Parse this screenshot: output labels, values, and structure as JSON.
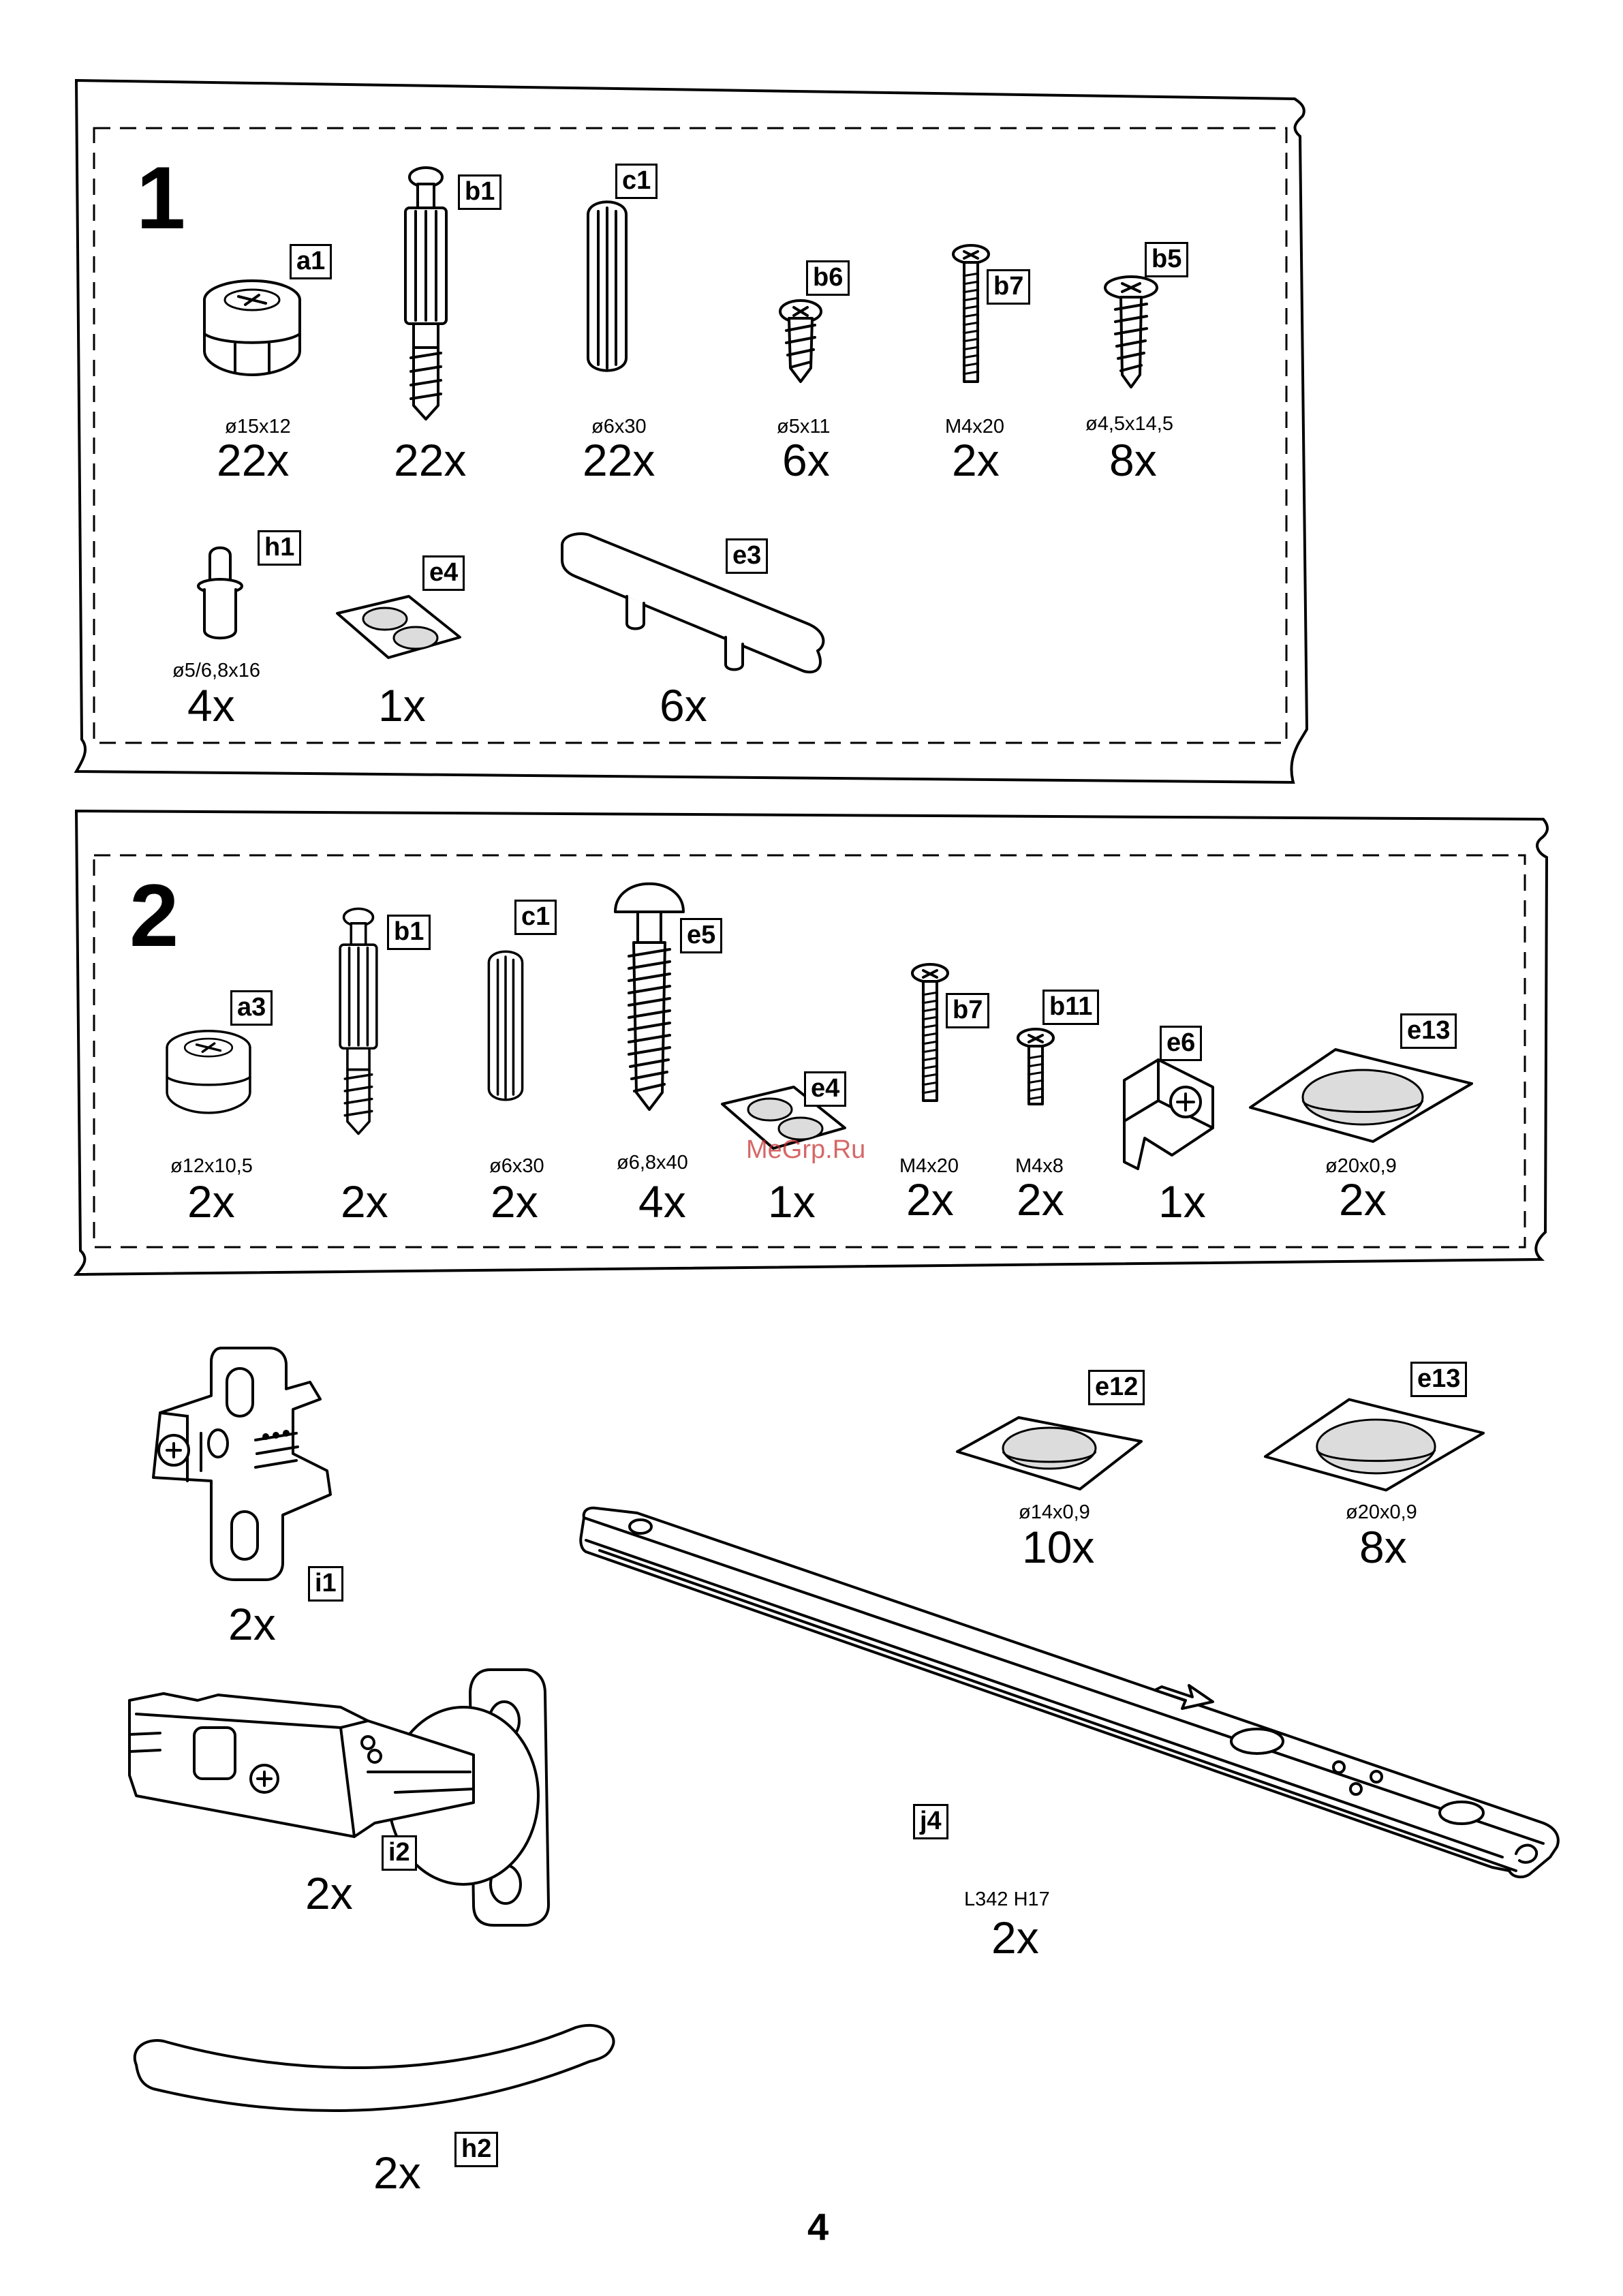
{
  "page": {
    "number": "4",
    "watermark": "MeGrp.Ru"
  },
  "sections": [
    {
      "number": "1",
      "items": [
        {
          "tag": "a1",
          "spec": "ø15x12",
          "qty": "22x",
          "icon": "cam-lock-icon"
        },
        {
          "tag": "b1",
          "spec": "",
          "qty": "22x",
          "icon": "cam-bolt-icon"
        },
        {
          "tag": "c1",
          "spec": "ø6x30",
          "qty": "22x",
          "icon": "wood-dowel-icon"
        },
        {
          "tag": "b6",
          "spec": "ø5x11",
          "qty": "6x",
          "icon": "short-screw-icon"
        },
        {
          "tag": "b7",
          "spec": "M4x20",
          "qty": "2x",
          "icon": "machine-screw-icon"
        },
        {
          "tag": "b5",
          "spec": "ø4,5x14,5",
          "qty": "8x",
          "icon": "wood-screw-icon"
        },
        {
          "tag": "h1",
          "spec": "ø5/6,8x16",
          "qty": "4x",
          "icon": "shelf-pin-icon"
        },
        {
          "tag": "e4",
          "spec": "",
          "qty": "1x",
          "icon": "bumper-pads-icon"
        },
        {
          "tag": "e3",
          "spec": "",
          "qty": "6x",
          "icon": "handle-icon"
        }
      ]
    },
    {
      "number": "2",
      "items": [
        {
          "tag": "a3",
          "spec": "ø12x10,5",
          "qty": "2x",
          "icon": "cam-lock-icon"
        },
        {
          "tag": "b1",
          "spec": "",
          "qty": "2x",
          "icon": "cam-bolt-icon"
        },
        {
          "tag": "c1",
          "spec": "ø6x30",
          "qty": "2x",
          "icon": "wood-dowel-icon"
        },
        {
          "tag": "e5",
          "spec": "ø6,8x40",
          "qty": "4x",
          "icon": "expansion-plug-icon"
        },
        {
          "tag": "e4",
          "spec": "",
          "qty": "1x",
          "icon": "bumper-pads-icon"
        },
        {
          "tag": "b7",
          "spec": "M4x20",
          "qty": "2x",
          "icon": "machine-screw-icon"
        },
        {
          "tag": "b11",
          "spec": "M4x8",
          "qty": "2x",
          "icon": "short-machine-screw-icon"
        },
        {
          "tag": "e6",
          "spec": "",
          "qty": "1x",
          "icon": "corner-bracket-icon"
        },
        {
          "tag": "e13",
          "spec": "ø20x0,9",
          "qty": "2x",
          "icon": "adhesive-pad-icon"
        }
      ]
    }
  ],
  "loose_parts": [
    {
      "tag": "i1",
      "spec": "",
      "qty": "2x",
      "icon": "mounting-plate-icon"
    },
    {
      "tag": "i2",
      "spec": "",
      "qty": "2x",
      "icon": "hinge-icon"
    },
    {
      "tag": "h2",
      "spec": "",
      "qty": "2x",
      "icon": "curved-trim-icon"
    },
    {
      "tag": "e12",
      "spec": "ø14x0,9",
      "qty": "10x",
      "icon": "adhesive-pad-icon"
    },
    {
      "tag": "e13",
      "spec": "ø20x0,9",
      "qty": "8x",
      "icon": "adhesive-pad-icon"
    },
    {
      "tag": "j4",
      "spec": "L342 H17",
      "qty": "2x",
      "icon": "drawer-rail-icon"
    }
  ]
}
